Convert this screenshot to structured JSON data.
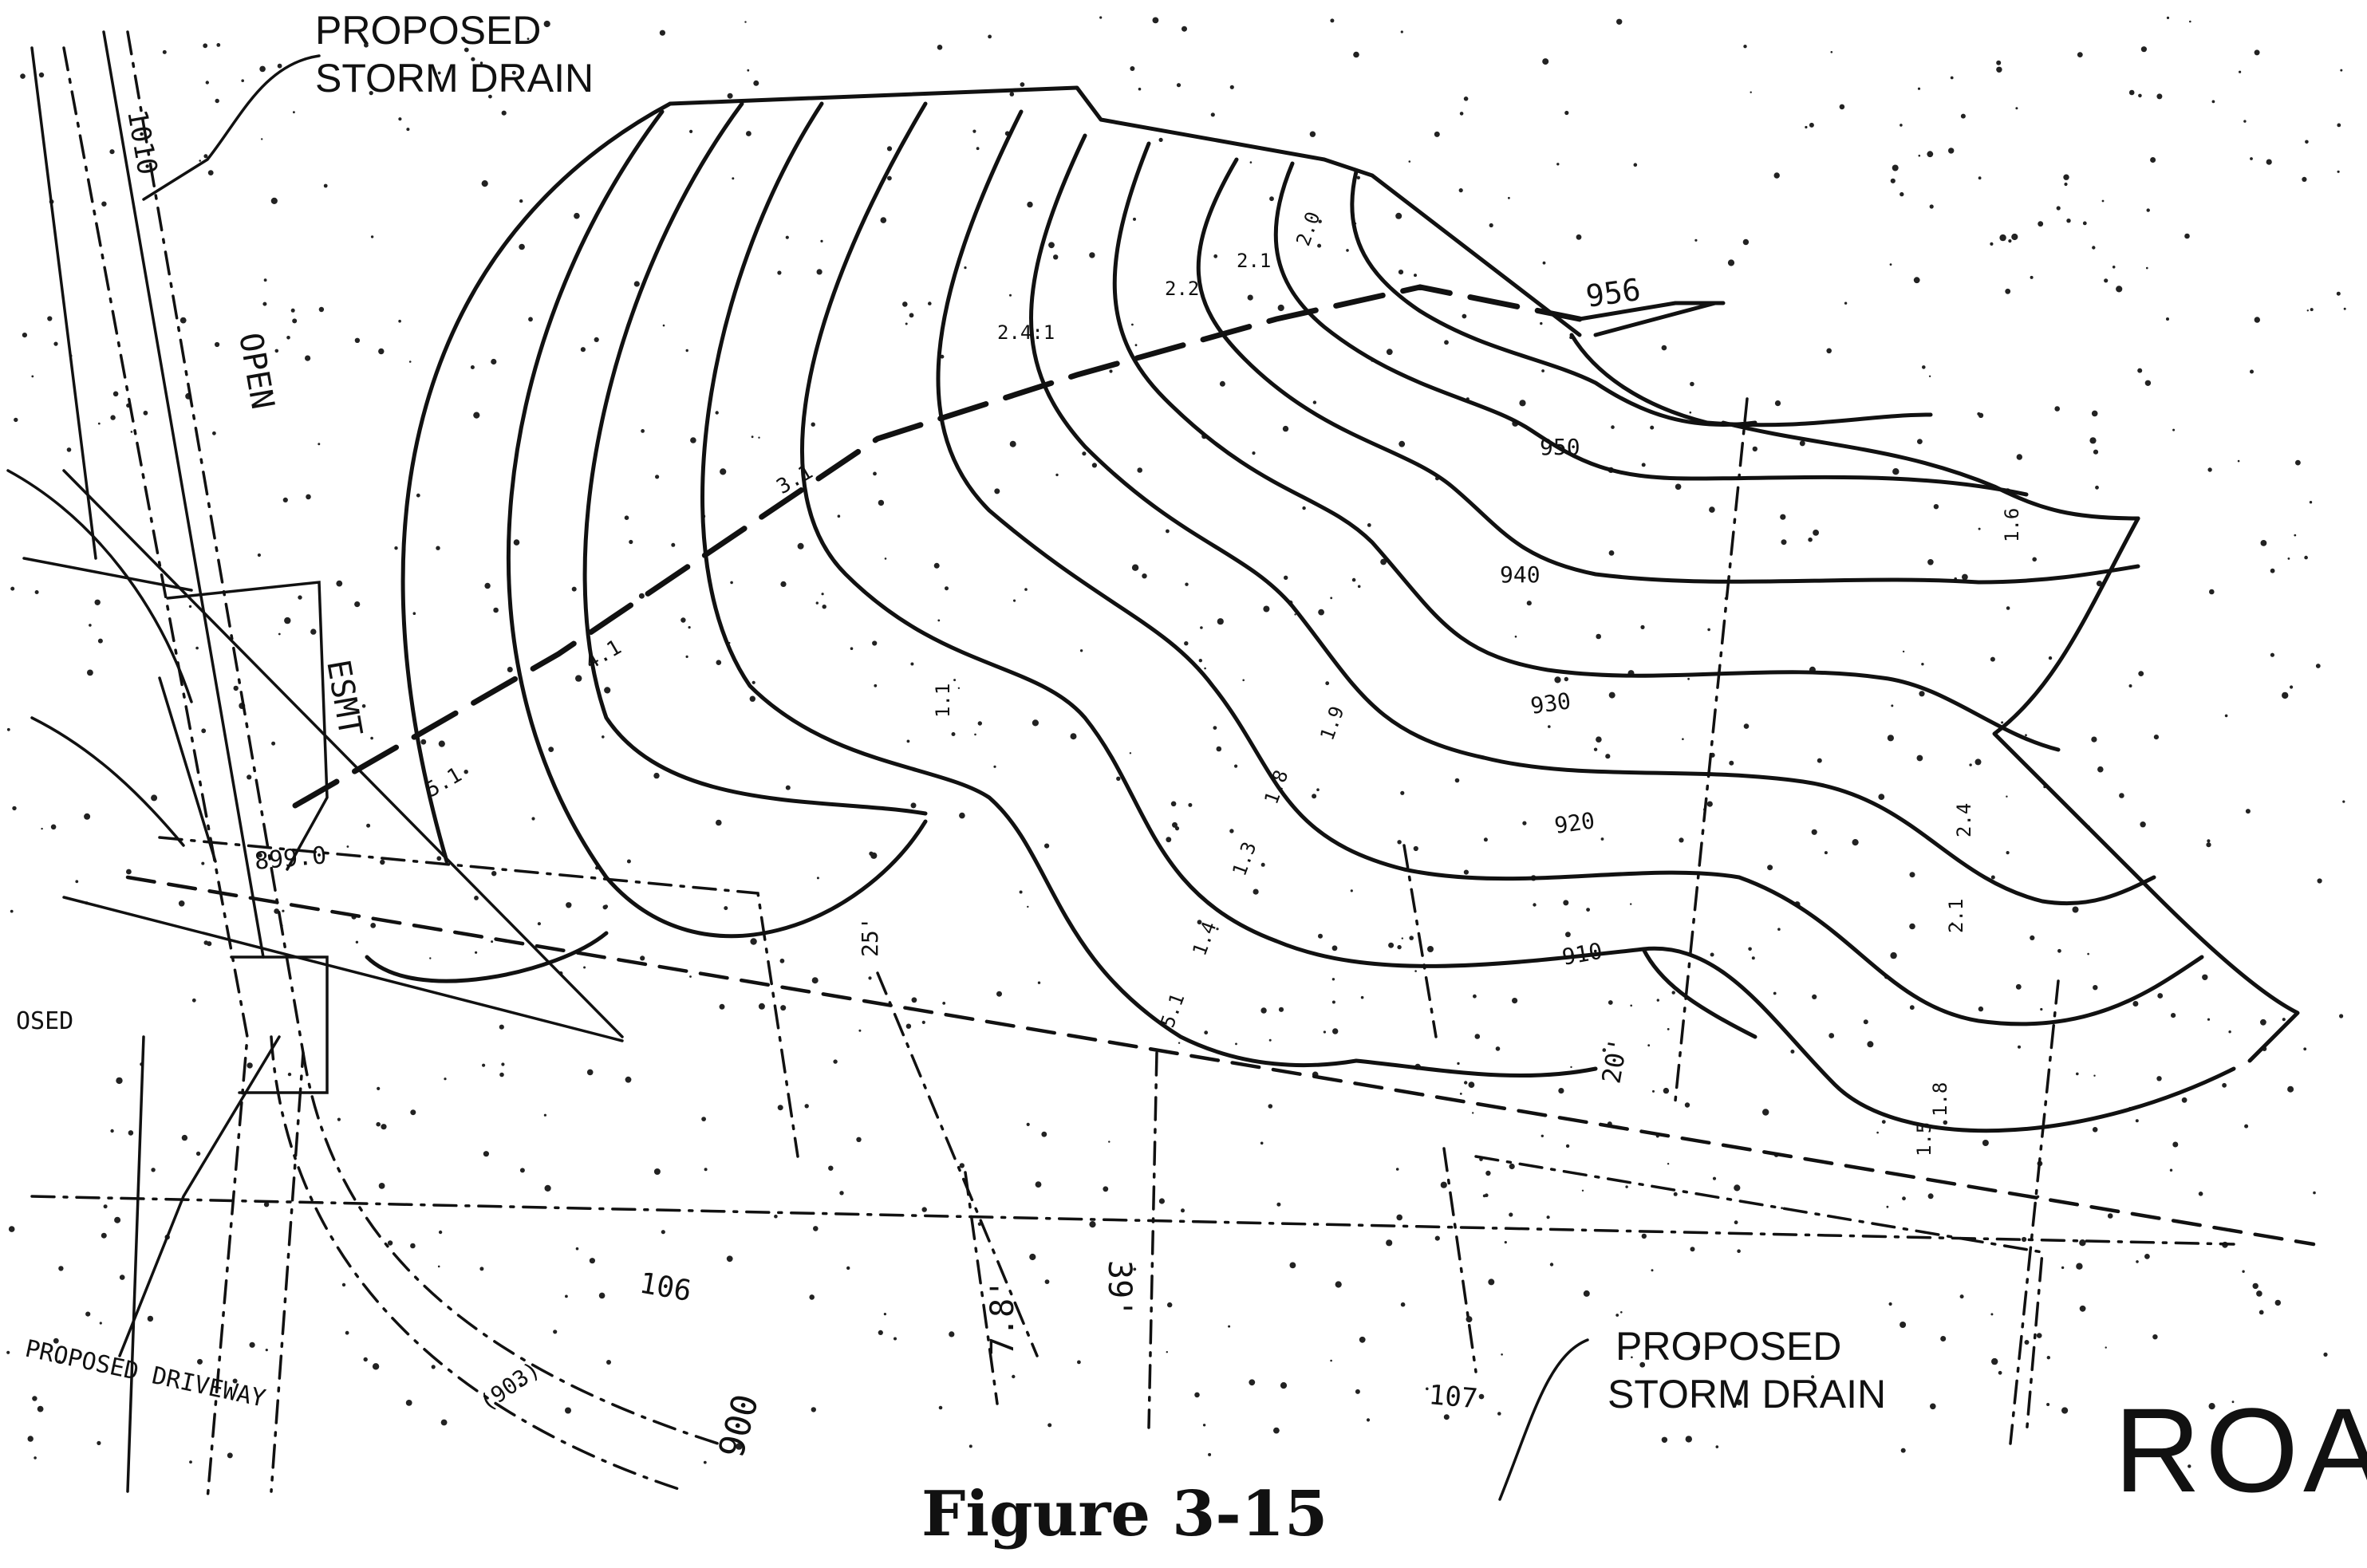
{
  "figure": {
    "caption": "Figure 3-15",
    "callouts": {
      "storm_drain_top": [
        "PROPOSED",
        "STORM DRAIN"
      ],
      "storm_drain_bottom": [
        "PROPOSED",
        "STORM DRAIN"
      ]
    },
    "road_label": "ROA",
    "contour_labels": [
      "956",
      "950",
      "940",
      "930",
      "920",
      "910"
    ],
    "spot_labels": {
      "esmt": "ESMT",
      "open": "OPEN",
      "elev_899": "899.0",
      "dim_20": "20'",
      "dim_39": "39'",
      "dim_78": "7.8'",
      "dim_25": "25'",
      "lot_106": "106",
      "lot_107": "107",
      "elev_900": "900",
      "driveway": "PROPOSED DRIVEWAY",
      "elev_9031": "(903)",
      "misc_left": "OSED",
      "misc_top": "1010"
    },
    "slope_labels": [
      "2.4:1",
      "2.2",
      "2.1",
      "2.0",
      "3.1",
      "5.1",
      "4.1",
      "1.1",
      "1.9",
      "1.8",
      "1.3",
      "1.4",
      "5.1",
      "2.4",
      "2.1",
      "1.8",
      "1.5",
      "1.6"
    ]
  }
}
